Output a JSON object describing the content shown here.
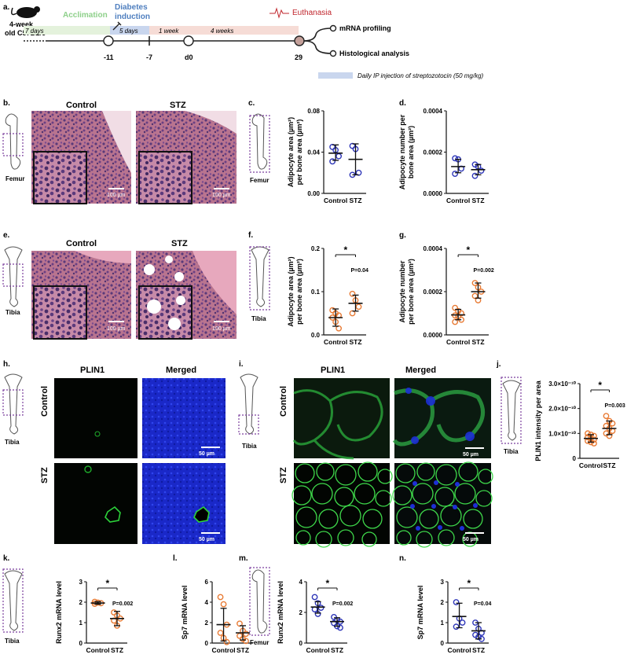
{
  "panels": [
    "a.",
    "b.",
    "c.",
    "d.",
    "e.",
    "f.",
    "g.",
    "h.",
    "i.",
    "j.",
    "k.",
    "l.",
    "m.",
    "n."
  ],
  "timeline": {
    "mouse_label": [
      "4-week",
      "old C57BL/6"
    ],
    "acclimation": "Acclimation",
    "diabetes": [
      "Diabetes",
      "induction"
    ],
    "euthanasia": "Euthanasia",
    "seg_7days": "7 days",
    "seg_5days": "5 days",
    "seg_1week": "1 week",
    "seg_4weeks": "4 weeks",
    "tick_m11": "-11",
    "tick_m7": "-7",
    "tick_d0": "d0",
    "tick_29": "29",
    "out_mrna": "mRNA profiling",
    "out_histo": "Histological analysis",
    "legend": "Daily IP injection of streptozotocin (50 mg/kg)",
    "colors": {
      "acclimation": "#8ed08a",
      "diabetes": "#4f7fbf",
      "euthanasia": "#c0262d",
      "seg_green": "#e4f2dc",
      "seg_blue": "#c9d6ee",
      "seg_pink": "#f6dcd6",
      "node29": "#c4a09a"
    }
  },
  "histology": {
    "control": "Control",
    "stz": "STZ",
    "femur": "Femur",
    "tibia": "Tibia",
    "scale_100": "100 µm",
    "scale_50": "50 µm",
    "plin1": "PLIN1",
    "merged": "Merged"
  },
  "colors": {
    "blue_points": "#2e36b8",
    "orange_points": "#e87b35",
    "bone_frame": "#7b3f9e",
    "he_pink": "#cf8fae",
    "he_dark": "#7a4f8c",
    "green": "#1fae2c",
    "dapi_blue": "#1d2fd6"
  },
  "chart_data": [
    {
      "panel": "c.",
      "type": "scatter",
      "ylabel": [
        "Adipocyte area (µm²)",
        "per bone area (µm²)"
      ],
      "categories": [
        "Control",
        "STZ"
      ],
      "yticks": [
        "0.00",
        "0.04",
        "0.08"
      ],
      "ylim": [
        0,
        0.08
      ],
      "series": [
        {
          "category": "Control",
          "values": [
            0.045,
            0.042,
            0.036,
            0.031
          ],
          "mean": 0.039,
          "sd": [
            0.032,
            0.047
          ]
        },
        {
          "category": "STZ",
          "values": [
            0.046,
            0.043,
            0.02,
            0.018
          ],
          "mean": 0.033,
          "sd": [
            0.018,
            0.048
          ]
        }
      ],
      "color": "#2e36b8"
    },
    {
      "panel": "d.",
      "type": "scatter",
      "ylabel": [
        "Adipocyte number per",
        "bone area (µm²)"
      ],
      "categories": [
        "Control",
        "STZ"
      ],
      "yticks": [
        "0.0000",
        "0.0002",
        "0.0004"
      ],
      "ylim": [
        0,
        0.0004
      ],
      "series": [
        {
          "category": "Control",
          "values": [
            0.00017,
            0.000165,
            0.00012,
            9.5e-05
          ],
          "mean": 0.00013,
          "sd": [
            0.0001,
            0.000165
          ]
        },
        {
          "category": "STZ",
          "values": [
            0.00014,
            0.00013,
            0.00011,
            8.5e-05
          ],
          "mean": 0.000115,
          "sd": [
            9e-05,
            0.00014
          ]
        }
      ],
      "color": "#2e36b8"
    },
    {
      "panel": "f.",
      "type": "scatter",
      "ylabel": [
        "Adipocyte area (µm²)",
        "per bone area (µm²)"
      ],
      "categories": [
        "Control",
        "STZ"
      ],
      "yticks": [
        "0.0",
        "0.1",
        "0.2"
      ],
      "ylim": [
        0,
        0.2
      ],
      "series": [
        {
          "category": "Control",
          "values": [
            0.057,
            0.05,
            0.045,
            0.04,
            0.03,
            0.015
          ],
          "mean": 0.04,
          "sd": [
            0.02,
            0.06
          ]
        },
        {
          "category": "STZ",
          "values": [
            0.095,
            0.08,
            0.065,
            0.05
          ],
          "mean": 0.073,
          "sd": [
            0.055,
            0.092
          ]
        }
      ],
      "color": "#e87b35",
      "sig": "*",
      "pvalue": "P=0.04"
    },
    {
      "panel": "g.",
      "type": "scatter",
      "ylabel": [
        "Adipocyte number",
        "per bone area (µm²)"
      ],
      "categories": [
        "Control",
        "STZ"
      ],
      "yticks": [
        "0.0000",
        "0.0002",
        "0.0004"
      ],
      "ylim": [
        0,
        0.0004
      ],
      "series": [
        {
          "category": "Control",
          "values": [
            0.000125,
            0.00011,
            0.0001,
            9e-05,
            8.5e-05,
            7e-05,
            6e-05
          ],
          "mean": 9.25e-05,
          "sd": [
            7e-05,
            0.000118
          ]
        },
        {
          "category": "STZ",
          "values": [
            0.00024,
            0.00022,
            0.0002,
            0.00018,
            0.00016
          ],
          "mean": 0.0002,
          "sd": [
            0.00017,
            0.00024
          ]
        }
      ],
      "color": "#e87b35",
      "sig": "*",
      "pvalue": "P=0.002"
    },
    {
      "panel": "j.",
      "type": "scatter",
      "ylabel": [
        "PLIN1 intensity per area"
      ],
      "categories": [
        "Control",
        "STZ"
      ],
      "yticks": [
        "0",
        "1.0×10⁻¹⁰",
        "2.0×10⁻¹⁰",
        "3.0×10⁻¹⁰"
      ],
      "ylim": [
        0,
        3e-10
      ],
      "series": [
        {
          "category": "Control",
          "values": [
            1e-10,
            9.5e-11,
            9e-11,
            8.5e-11,
            8e-11,
            7.5e-11,
            7e-11,
            6.5e-11,
            6e-11
          ],
          "mean": 8e-11,
          "sd": [
            6.5e-11,
            9.5e-11
          ]
        },
        {
          "category": "STZ",
          "values": [
            1.7e-10,
            1.5e-10,
            1.4e-10,
            1.3e-10,
            1.2e-10,
            1.1e-10,
            1e-10,
            9e-11
          ],
          "mean": 1.2e-10,
          "sd": [
            9.5e-11,
            1.5e-10
          ]
        }
      ],
      "color": "#e87b35",
      "sig": "*",
      "pvalue": "P=0.003"
    },
    {
      "panel": "k.",
      "type": "scatter",
      "ylabel": [
        "Runx2 mRNA level"
      ],
      "categories": [
        "Control",
        "STZ"
      ],
      "yticks": [
        "0",
        "1",
        "2",
        "3"
      ],
      "ylim": [
        0,
        3
      ],
      "series": [
        {
          "category": "Control",
          "values": [
            2.02,
            1.98,
            1.95,
            1.92
          ],
          "mean": 1.96,
          "sd": [
            1.9,
            2.03
          ]
        },
        {
          "category": "STZ",
          "values": [
            1.5,
            1.35,
            1.2,
            1.1,
            0.85
          ],
          "mean": 1.2,
          "sd": [
            0.85,
            1.55
          ]
        }
      ],
      "color": "#e87b35",
      "sig": "*",
      "pvalue": "P=0.002"
    },
    {
      "panel": "l.",
      "type": "scatter",
      "ylabel": [
        "Sp7 mRNA level"
      ],
      "categories": [
        "Control",
        "STZ"
      ],
      "yticks": [
        "0",
        "2",
        "4",
        "6"
      ],
      "ylim": [
        0,
        6
      ],
      "series": [
        {
          "category": "Control",
          "values": [
            4.5,
            3.8,
            1.8,
            1.0,
            0.5,
            0.1
          ],
          "mean": 1.8,
          "sd": [
            0.2,
            3.4
          ]
        },
        {
          "category": "STZ",
          "values": [
            1.9,
            1.2,
            0.9,
            0.7,
            0.4,
            0.2
          ],
          "mean": 1.0,
          "sd": [
            0.3,
            1.7
          ]
        }
      ],
      "color": "#e87b35"
    },
    {
      "panel": "m.",
      "type": "scatter",
      "ylabel": [
        "Runx2 mRNA level"
      ],
      "categories": [
        "Control",
        "STZ"
      ],
      "yticks": [
        "0",
        "2",
        "4"
      ],
      "ylim": [
        0,
        4
      ],
      "series": [
        {
          "category": "Control",
          "values": [
            3.0,
            2.6,
            2.3,
            2.2,
            1.9
          ],
          "mean": 2.35,
          "sd": [
            1.95,
            2.7
          ]
        },
        {
          "category": "STZ",
          "values": [
            1.7,
            1.5,
            1.4,
            1.3,
            1.1,
            1.0
          ],
          "mean": 1.4,
          "sd": [
            1.1,
            1.65
          ]
        }
      ],
      "color": "#2e36b8",
      "sig": "*",
      "pvalue": "P=0.002"
    },
    {
      "panel": "n.",
      "type": "scatter",
      "ylabel": [
        "Sp7 mRNA level"
      ],
      "categories": [
        "Control",
        "STZ"
      ],
      "yticks": [
        "0",
        "1",
        "2",
        "3"
      ],
      "ylim": [
        0,
        3
      ],
      "series": [
        {
          "category": "Control",
          "values": [
            2.0,
            1.2,
            1.0,
            0.8
          ],
          "mean": 1.3,
          "sd": [
            0.75,
            1.95
          ]
        },
        {
          "category": "STZ",
          "values": [
            1.0,
            0.7,
            0.5,
            0.4,
            0.3,
            0.2
          ],
          "mean": 0.6,
          "sd": [
            0.2,
            1.0
          ]
        }
      ],
      "color": "#2e36b8",
      "sig": "*",
      "pvalue": "P=0.04"
    }
  ]
}
